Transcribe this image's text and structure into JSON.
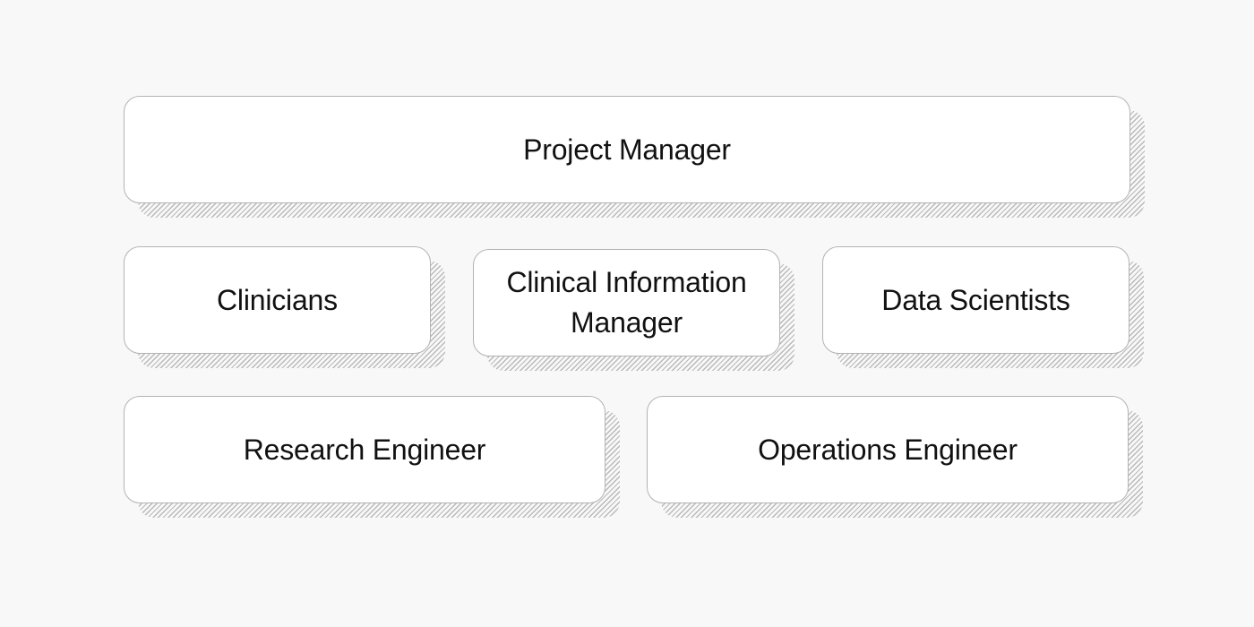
{
  "roles": {
    "project_manager": "Project Manager",
    "clinicians": "Clinicians",
    "clinical_information_manager": "Clinical Information Manager",
    "data_scientists": "Data Scientists",
    "research_engineer": "Research Engineer",
    "operations_engineer": "Operations Engineer"
  },
  "colors": {
    "background": "#f8f8f8",
    "box_fill": "#ffffff",
    "box_border": "#b3b3b3",
    "hatch": "#b9b9b9",
    "text": "#111111"
  }
}
